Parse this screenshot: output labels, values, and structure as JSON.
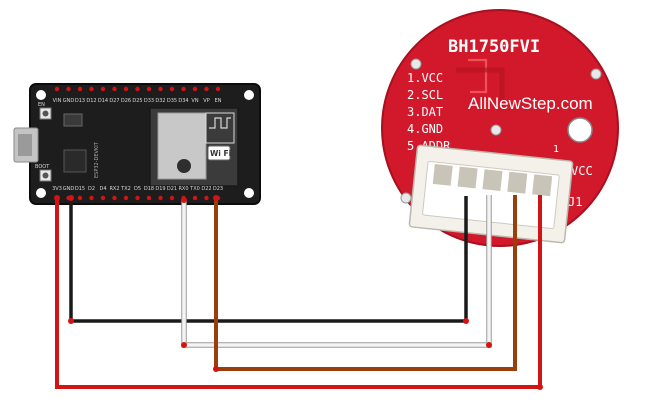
{
  "watermark": "AllNewStep.com",
  "sensor_board": {
    "title": "BH1750FVI",
    "pins": [
      "1.VCC",
      "2.SCL",
      "3.DAT",
      "4.GND",
      "5.ADDR"
    ],
    "pin_number": "1",
    "vcc_label": "VCC",
    "connector_label": "J1"
  },
  "esp32_board": {
    "top_pins": [
      "VIN",
      "GND",
      "D13",
      "D12",
      "D14",
      "D27",
      "D26",
      "D25",
      "D33",
      "D32",
      "D35",
      "D34",
      "VN",
      "VP",
      "EN"
    ],
    "bottom_pins": [
      "3V3",
      "GND",
      "D15",
      "D2",
      "D4",
      "RX2",
      "TX2",
      "D5",
      "D18",
      "D19",
      "D21",
      "RX0",
      "TX0",
      "D22",
      "D23"
    ],
    "en_button": "EN",
    "boot_button": "BOOT",
    "wifi_badge": "Wi Fi"
  },
  "wires": [
    {
      "name": "vcc-wire",
      "color": "#d41414"
    },
    {
      "name": "gnd-wire",
      "color": "#1a1a1a"
    },
    {
      "name": "scl-wire",
      "color": "#f4f4f4"
    },
    {
      "name": "sda-wire",
      "color": "#9a3e0c"
    }
  ]
}
